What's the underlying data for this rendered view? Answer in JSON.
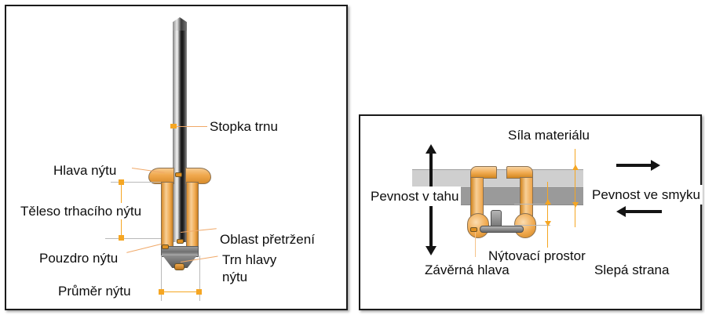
{
  "figure": {
    "title": "Blind rivet construction and joint forces",
    "colors": {
      "rivet_orange": "#f0a94e",
      "dimension_orange": "#f5a623",
      "leader_orange": "#f0a868",
      "metal_gray": "#9a9a9a",
      "border_dark": "#1a1a1a",
      "text": "#0d0d0d"
    }
  },
  "left_panel": {
    "name": "rivet-anatomy-diagram",
    "labels": {
      "mandrel_stem": "Stopka trnu",
      "rivet_head": "Hlava nýtu",
      "rivet_body": "Těleso trhacího nýtu",
      "break_zone": "Oblast přetržení",
      "rivet_sleeve": "Pouzdro nýtu",
      "mandrel_head_line1": "Trn hlavy",
      "mandrel_head_line2": "nýtu",
      "rivet_diameter": "Průměr nýtu"
    }
  },
  "right_panel": {
    "name": "rivet-joint-forces-diagram",
    "labels": {
      "material_thickness": "Síla materiálu",
      "tensile_strength": "Pevnost v tahu",
      "shear_strength": "Pevnost ve smyku",
      "riveting_space": "Nýtovací prostor",
      "closing_head": "Závěrná hlava",
      "blind_side": "Slepá strana"
    }
  }
}
